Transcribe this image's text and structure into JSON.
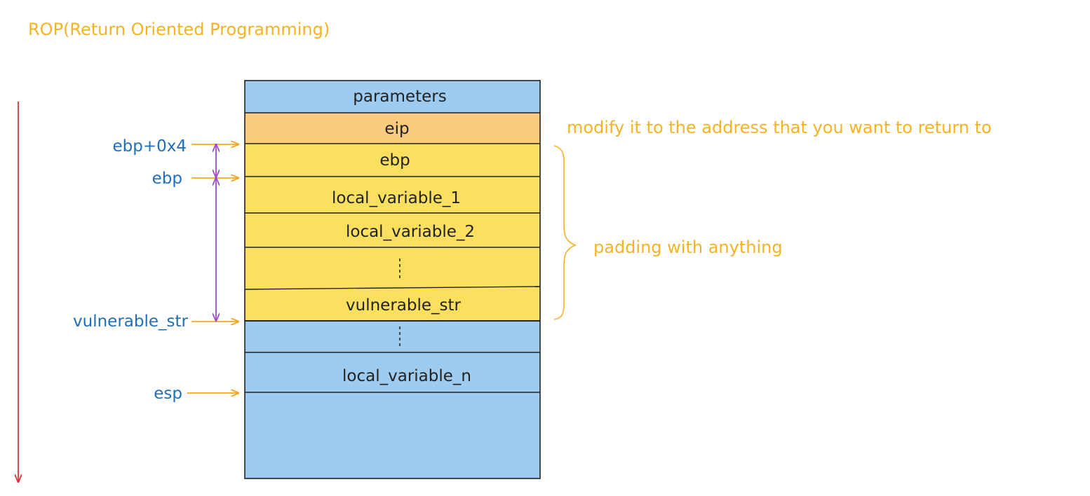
{
  "title": "ROP(Return Oriented Programming)",
  "stack": {
    "cells": [
      {
        "id": "parameters",
        "label": "parameters",
        "color": "#9ecbf0"
      },
      {
        "id": "eip",
        "label": "eip",
        "color": "#fbcb80"
      },
      {
        "id": "ebp",
        "label": "ebp",
        "color": "#fbe05f"
      },
      {
        "id": "local-variable-1",
        "label": "local_variable_1",
        "color": "#fbe05f"
      },
      {
        "id": "local-variable-2",
        "label": "local_variable_2",
        "color": "#fbe05f"
      },
      {
        "id": "ellipsis-1",
        "label": "",
        "color": "#fbe05f"
      },
      {
        "id": "vulnerable-str",
        "label": "vulnerable_str",
        "color": "#fbe05f"
      },
      {
        "id": "ellipsis-2",
        "label": "",
        "color": "#9ecbf0"
      },
      {
        "id": "local-variable-n",
        "label": "local_variable_n",
        "color": "#9ecbf0"
      },
      {
        "id": "bottom",
        "label": "",
        "color": "#9ecbf0"
      }
    ]
  },
  "pointers": {
    "ebp_plus_4": "ebp+0x4",
    "ebp": "ebp",
    "vulnerable_str": "vulnerable_str",
    "esp": "esp"
  },
  "annotations": {
    "eip_note": "modify it to the address that you want to return to",
    "padding_note": "padding with anything"
  },
  "colors": {
    "title": "#f5b324",
    "annotation": "#f5b324",
    "pointer_text": "#1f6fb8",
    "pointer_arrow": "#f5a623",
    "span_arrow": "#9b4fc8",
    "growth_arrow": "#e0323c",
    "blue_cell": "#9ecbf0",
    "orange_cell": "#fbcb80",
    "yellow_cell": "#fbe05f"
  }
}
